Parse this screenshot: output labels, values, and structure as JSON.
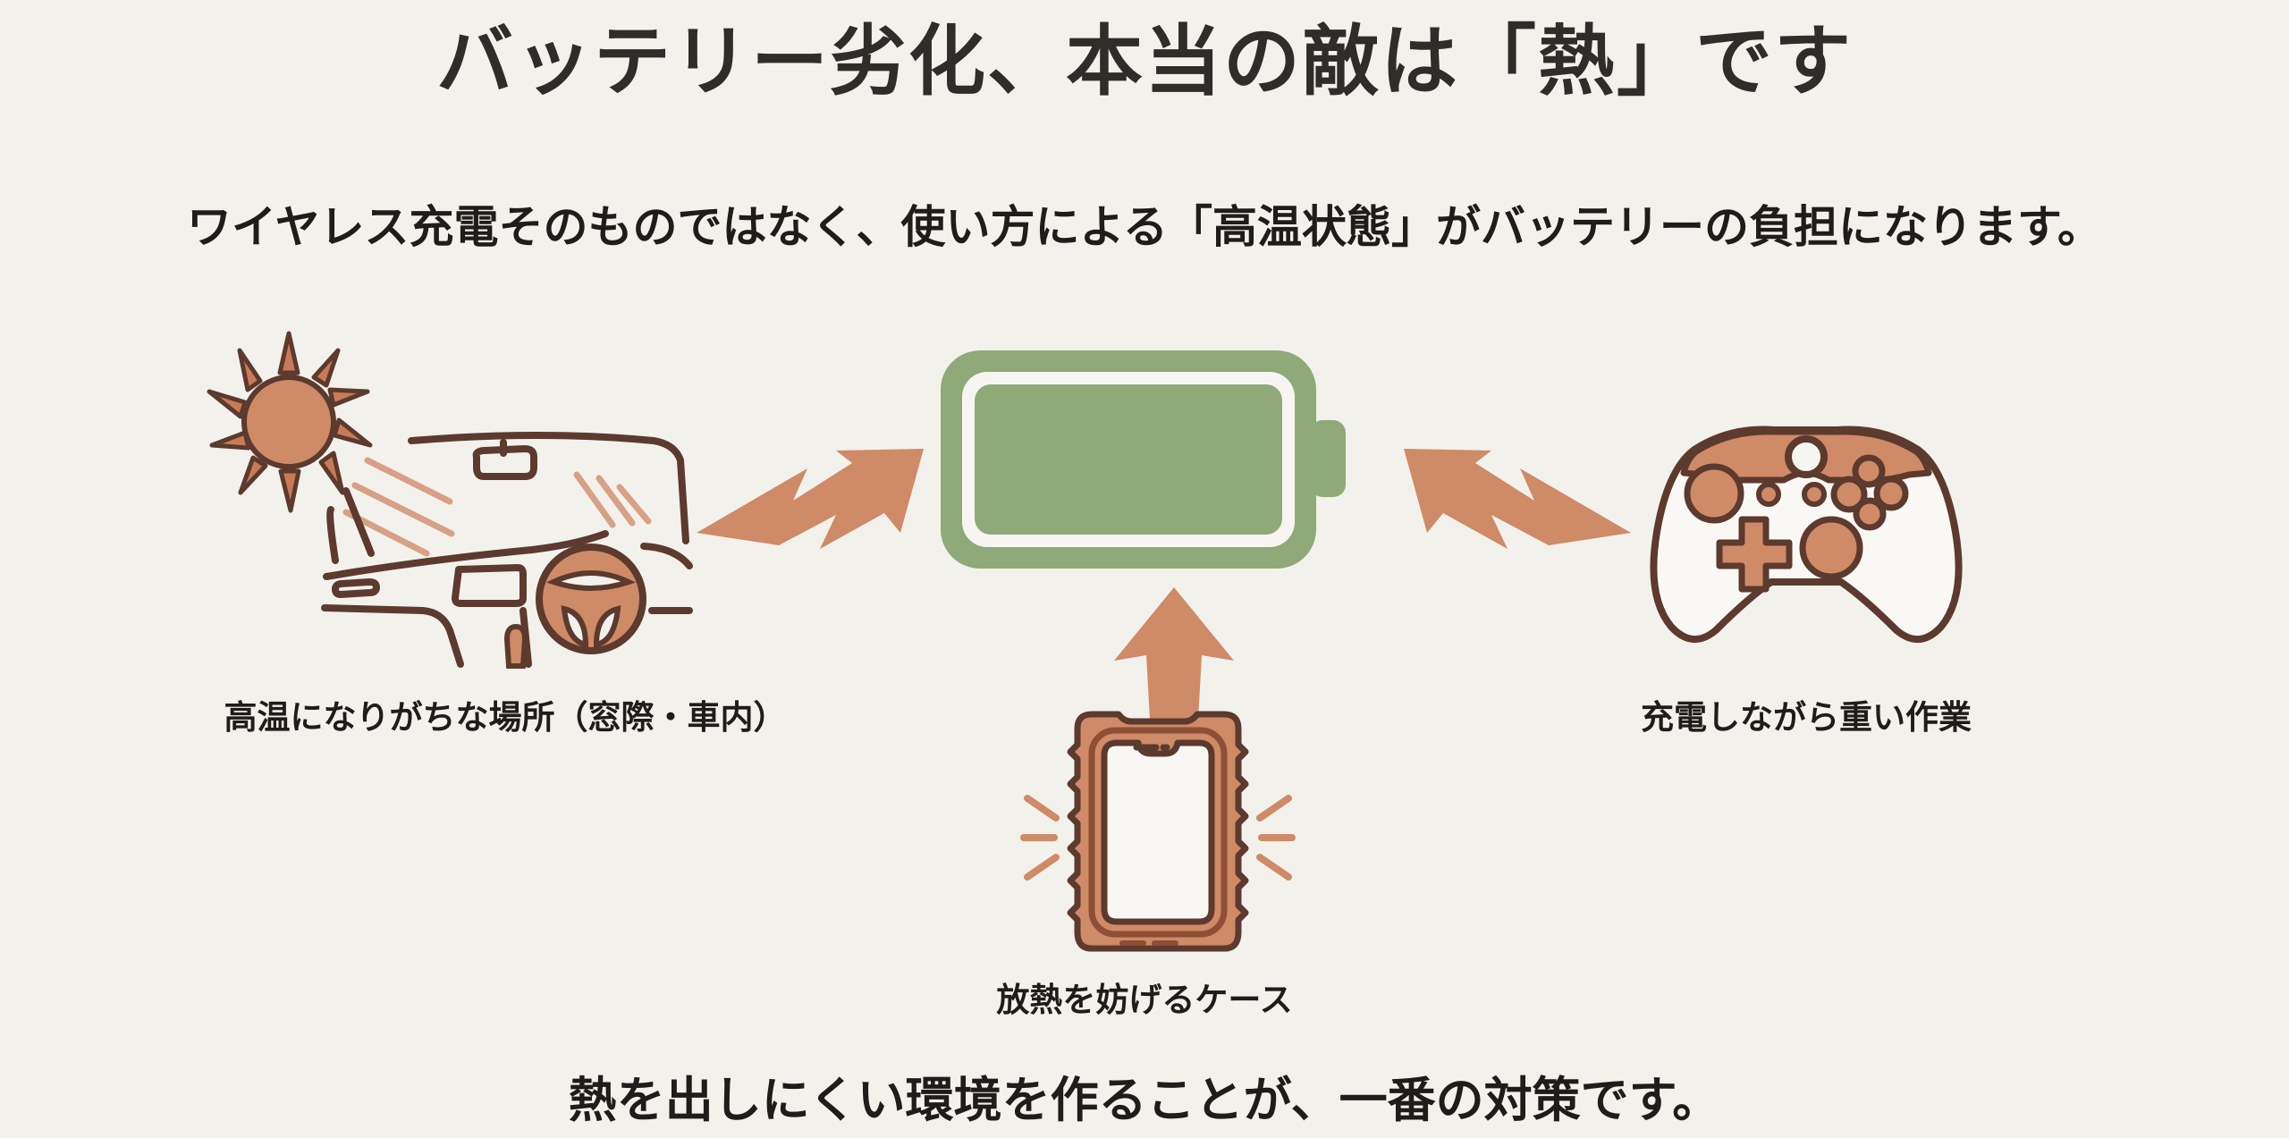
{
  "slide": {
    "title": "バッテリー劣化、本当の敵は「熱」です",
    "subtitle": "ワイヤレス充電そのものではなく、使い方による「高温状態」がバッテリーの負担になります。",
    "footer": "熱を出しにくい環境を作ることが、一番の対策です。"
  },
  "captions": {
    "left": "高温になりがちな場所（窓際・車内）",
    "right": "充電しながら重い作業",
    "bottom": "放熱を妨げるケース"
  },
  "icons": {
    "car_interior": "car-interior-sun-icon",
    "battery": "battery-icon",
    "gamepad": "game-controller-icon",
    "phone_case": "phone-in-case-icon",
    "bolt_left": "lightning-arrow-right-icon",
    "bolt_right": "lightning-arrow-left-icon",
    "arrow_up": "arrow-up-icon"
  },
  "colors": {
    "background": "#f3f1ec",
    "terracotta": "#c97b57",
    "terracotta_light": "#cf8a68",
    "outline_brown": "#5c3a2e",
    "battery_green": "#8fa978",
    "text_dark": "#1f1d1b",
    "ray_light": "#d8a084"
  }
}
